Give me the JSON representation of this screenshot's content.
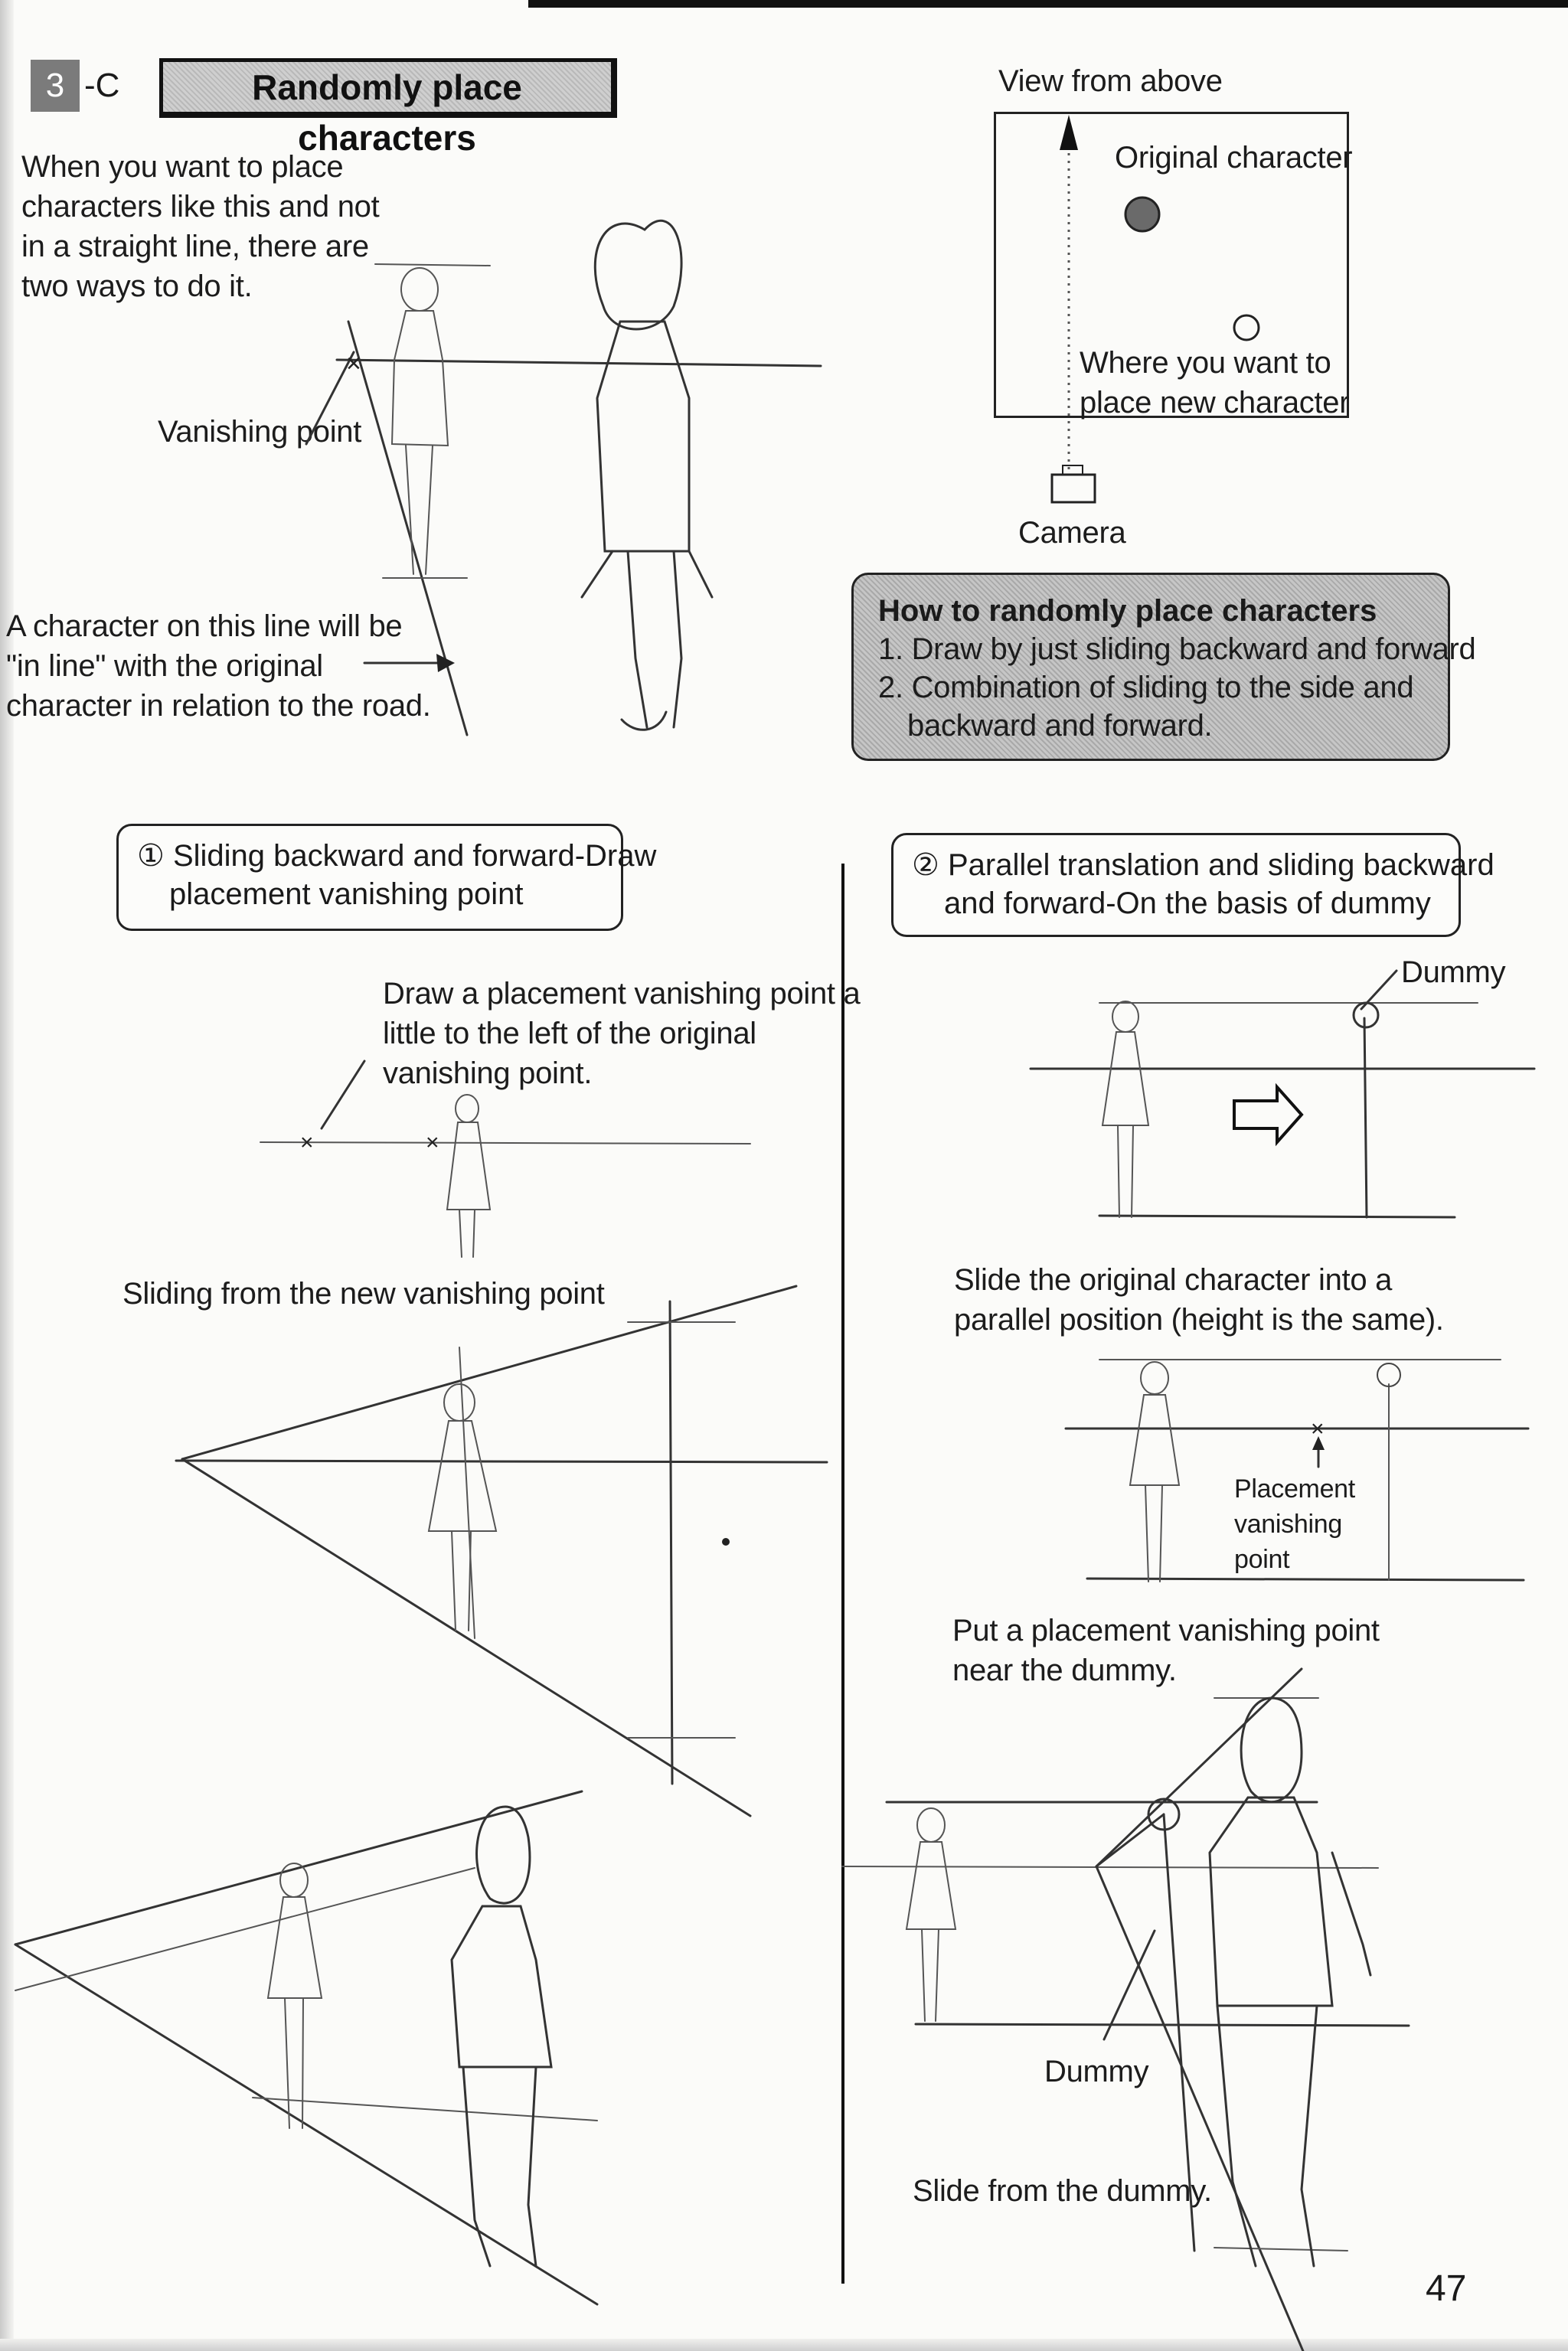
{
  "header": {
    "section_number": "3",
    "section_letter": "-C",
    "title": "Randomly place characters"
  },
  "intro": {
    "lines": [
      "When you want to place",
      "characters like this and not",
      "in a straight line, there are",
      "two ways to do it."
    ]
  },
  "left_top": {
    "vanishing_point_label": "Vanishing point",
    "in_line_note": [
      "A character on this line will be",
      "\"in line\" with the original",
      "character in relation to the road."
    ]
  },
  "view_from_above": {
    "title": "View from above",
    "original_character": "Original character",
    "new_character": [
      "Where you want to",
      "place new character"
    ],
    "camera": "Camera"
  },
  "how_to": {
    "title": "How to randomly place characters",
    "steps": [
      "1. Draw by just sliding backward and forward",
      "2. Combination of sliding to the side and",
      "backward and forward."
    ]
  },
  "method1": {
    "heading": [
      "① Sliding backward and forward-Draw",
      "placement vanishing point"
    ],
    "note": [
      "Draw a placement vanishing point a",
      "little to the left of the original",
      "vanishing point."
    ],
    "sliding_label": "Sliding from the new vanishing point"
  },
  "method2": {
    "heading": [
      "② Parallel translation and sliding backward",
      "and forward-On the basis of dummy"
    ],
    "dummy_label": "Dummy",
    "slide_note": [
      "Slide the original character into a",
      "parallel position (height is the same)."
    ],
    "placement_vp": [
      "Placement",
      "vanishing",
      "point"
    ],
    "put_note": [
      "Put a placement vanishing point",
      "near the dummy."
    ],
    "dummy_label_2": "Dummy",
    "slide_from": "Slide from the dummy."
  },
  "page_number": "47"
}
